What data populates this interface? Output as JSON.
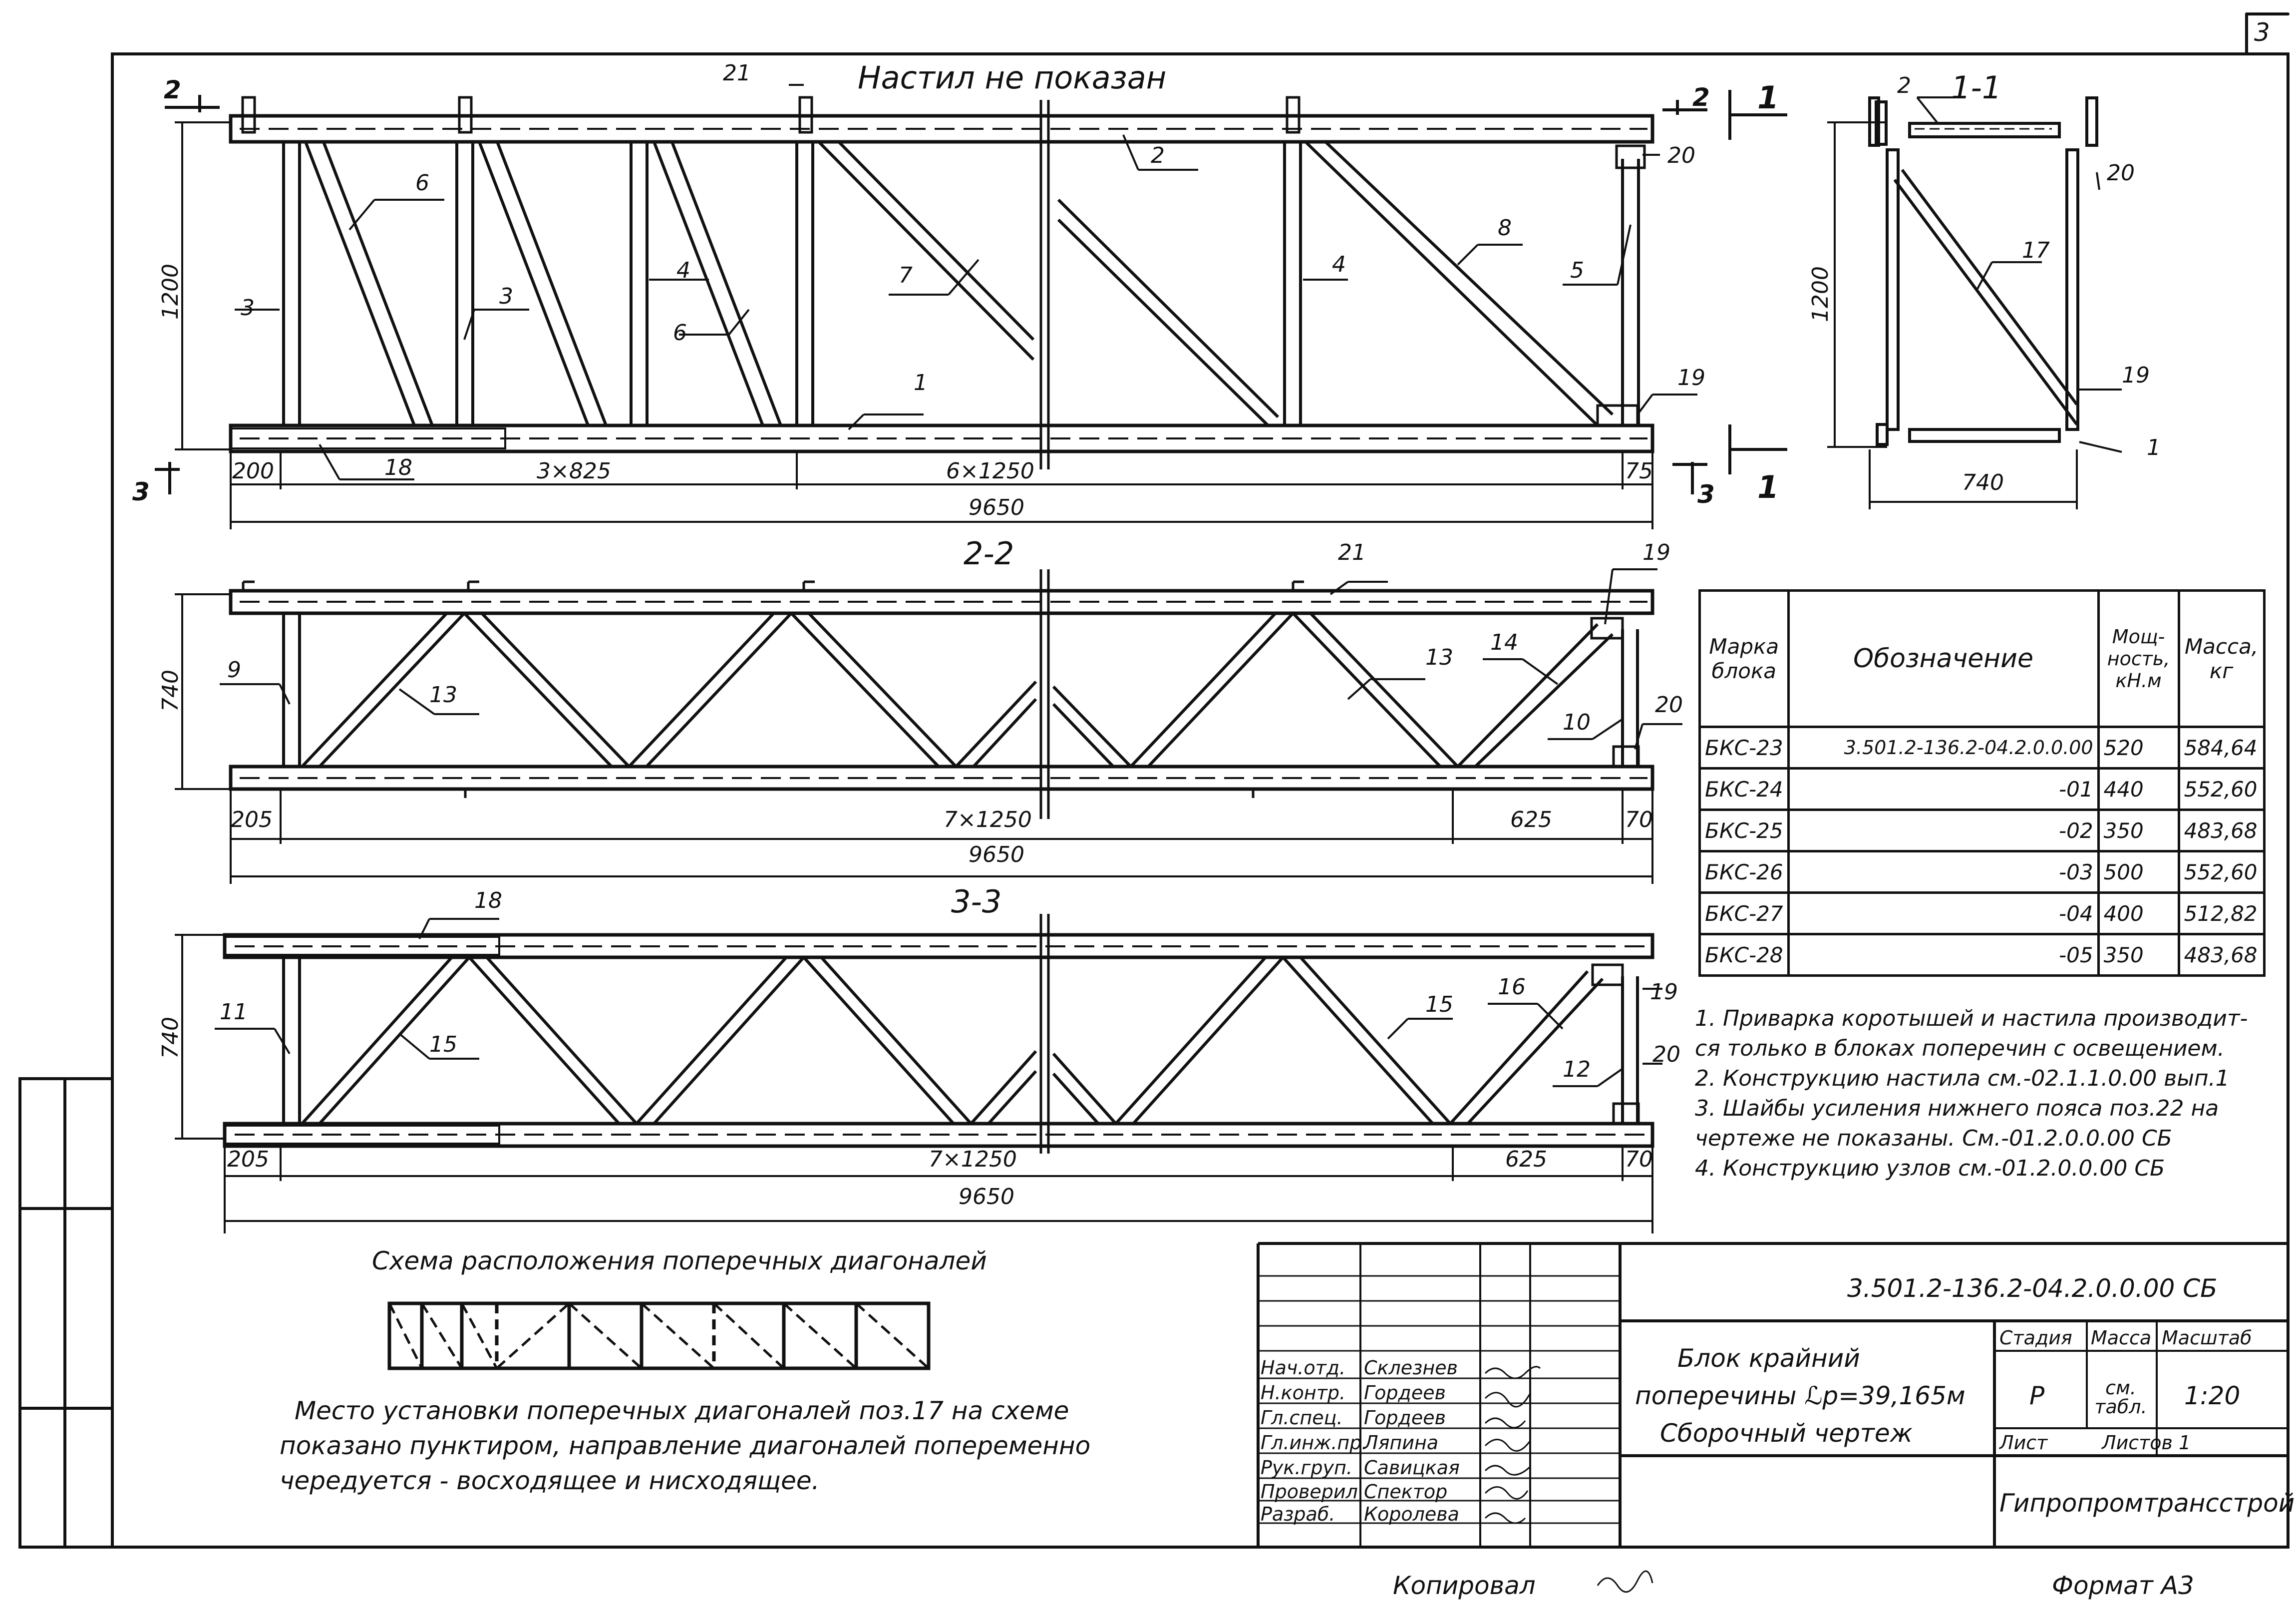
{
  "sheet": {
    "corner_number": "3",
    "title_note": "Настил не показан",
    "format": "Формат А3",
    "copied": "Копировал"
  },
  "view_main": {
    "height_dim": "1200",
    "total_length": "9650",
    "dims": [
      "200",
      "3×825",
      "6×1250",
      "75"
    ],
    "section_marks": [
      "2",
      "2",
      "3",
      "3",
      "1",
      "1"
    ],
    "callouts": [
      "21",
      "2",
      "20",
      "6",
      "3",
      "3",
      "4",
      "6",
      "7",
      "8",
      "4",
      "5",
      "1",
      "18",
      "19"
    ]
  },
  "section_1_1": {
    "label": "1-1",
    "height_dim": "1200",
    "width_dim": "740",
    "callouts": [
      "2",
      "20",
      "17",
      "19",
      "1"
    ]
  },
  "section_2_2": {
    "label": "2-2",
    "height_dim": "740",
    "total_length": "9650",
    "dims": [
      "205",
      "7×1250",
      "625",
      "70"
    ],
    "callouts": [
      "21",
      "19",
      "9",
      "13",
      "13",
      "14",
      "10",
      "20"
    ]
  },
  "section_3_3": {
    "label": "3-3",
    "height_dim": "740",
    "total_length": "9650",
    "dims": [
      "205",
      "7×1250",
      "625",
      "70"
    ],
    "callouts": [
      "18",
      "11",
      "15",
      "15",
      "16",
      "19",
      "12",
      "20"
    ]
  },
  "spec_table": {
    "headers": [
      "Марка блока",
      "Обозначение",
      "Мощ-ность, кН.м",
      "Масса, кг"
    ],
    "rows": [
      [
        "БКС-23",
        "3.501.2-136.2-04.2.0.0.00",
        "520",
        "584,64"
      ],
      [
        "БКС-24",
        "-01",
        "440",
        "552,60"
      ],
      [
        "БКС-25",
        "-02",
        "350",
        "483,68"
      ],
      [
        "БКС-26",
        "-03",
        "500",
        "552,60"
      ],
      [
        "БКС-27",
        "-04",
        "400",
        "512,82"
      ],
      [
        "БКС-28",
        "-05",
        "350",
        "483,68"
      ]
    ]
  },
  "notes": [
    "1. Приварка коротышей и настила производит-",
    "ся только в блоках поперечин с освещением.",
    "2. Конструкцию настила см.-02.1.1.0.00 вып.1",
    "3. Шайбы усиления нижнего пояса поз.22 на",
    "чертеже не показаны. См.-01.2.0.0.00 СБ",
    "4. Конструкцию узлов см.-01.2.0.0.00 СБ"
  ],
  "diagonal_scheme": {
    "title": "Схема расположения поперечных диагоналей",
    "caption": [
      "Место установки поперечных диагоналей поз.17 на схеме",
      "показано пунктиром, направление диагоналей попеременно",
      "чередуется - восходящее и нисходящее."
    ]
  },
  "title_block": {
    "doc_code": "3.501.2-136.2-04.2.0.0.00 СБ",
    "name_lines": [
      "Блок крайний",
      "поперечины ℒр=39,165м",
      "Сборочный чертеж"
    ],
    "stage_label": "Стадия",
    "mass_label": "Масса",
    "scale_label": "Масштаб",
    "stage": "Р",
    "mass": "см. табл.",
    "scale": "1:20",
    "sheet_label": "Лист",
    "sheets_label": "Листов 1",
    "organization": "Гипропромтрансстрой",
    "staff": [
      [
        "Нач.отд.",
        "Склезнев"
      ],
      [
        "Н.контр.",
        "Гордеев"
      ],
      [
        "Гл.спец.",
        "Гордеев"
      ],
      [
        "Гл.инж.пр.",
        "Ляпина"
      ],
      [
        "Рук.груп.",
        "Савицкая"
      ],
      [
        "Проверил",
        "Спектор"
      ],
      [
        "Разраб.",
        "Королева"
      ]
    ]
  }
}
